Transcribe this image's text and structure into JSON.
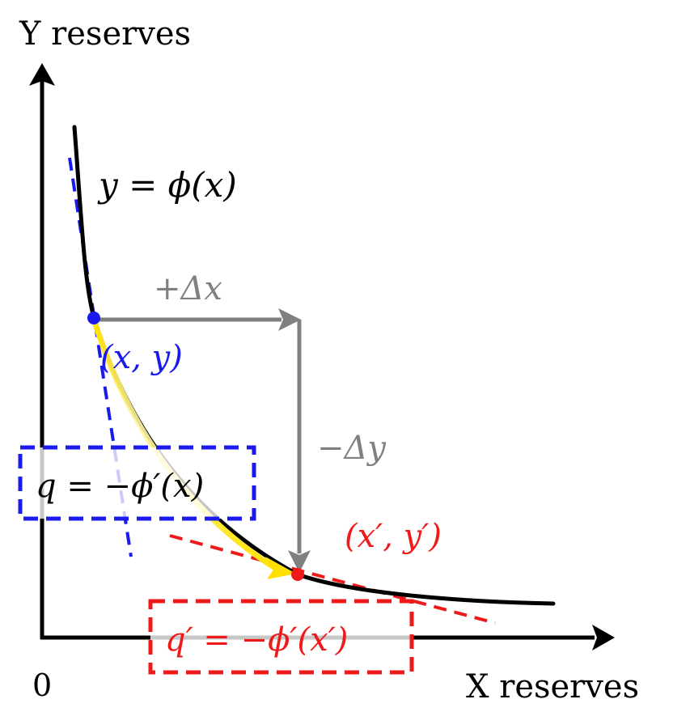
{
  "axes": {
    "y_label": "Y reserves",
    "x_label": "X reserves",
    "origin_label": "0"
  },
  "curve": {
    "label": "y = ϕ(x)"
  },
  "trade": {
    "dx_label": "+Δx",
    "dy_label": "−Δy"
  },
  "points": {
    "before_label": "(x, y)",
    "after_label": "(x′, y′)"
  },
  "prices": {
    "before_label": "q = −ϕ′(x)",
    "after_label": "q′ = −ϕ′(x′)"
  },
  "colors": {
    "axis": "#000000",
    "curve": "#000000",
    "before": "#1a1aee",
    "after": "#ee1a1a",
    "trade_arrows": "#808080",
    "path": "#ffe000"
  }
}
